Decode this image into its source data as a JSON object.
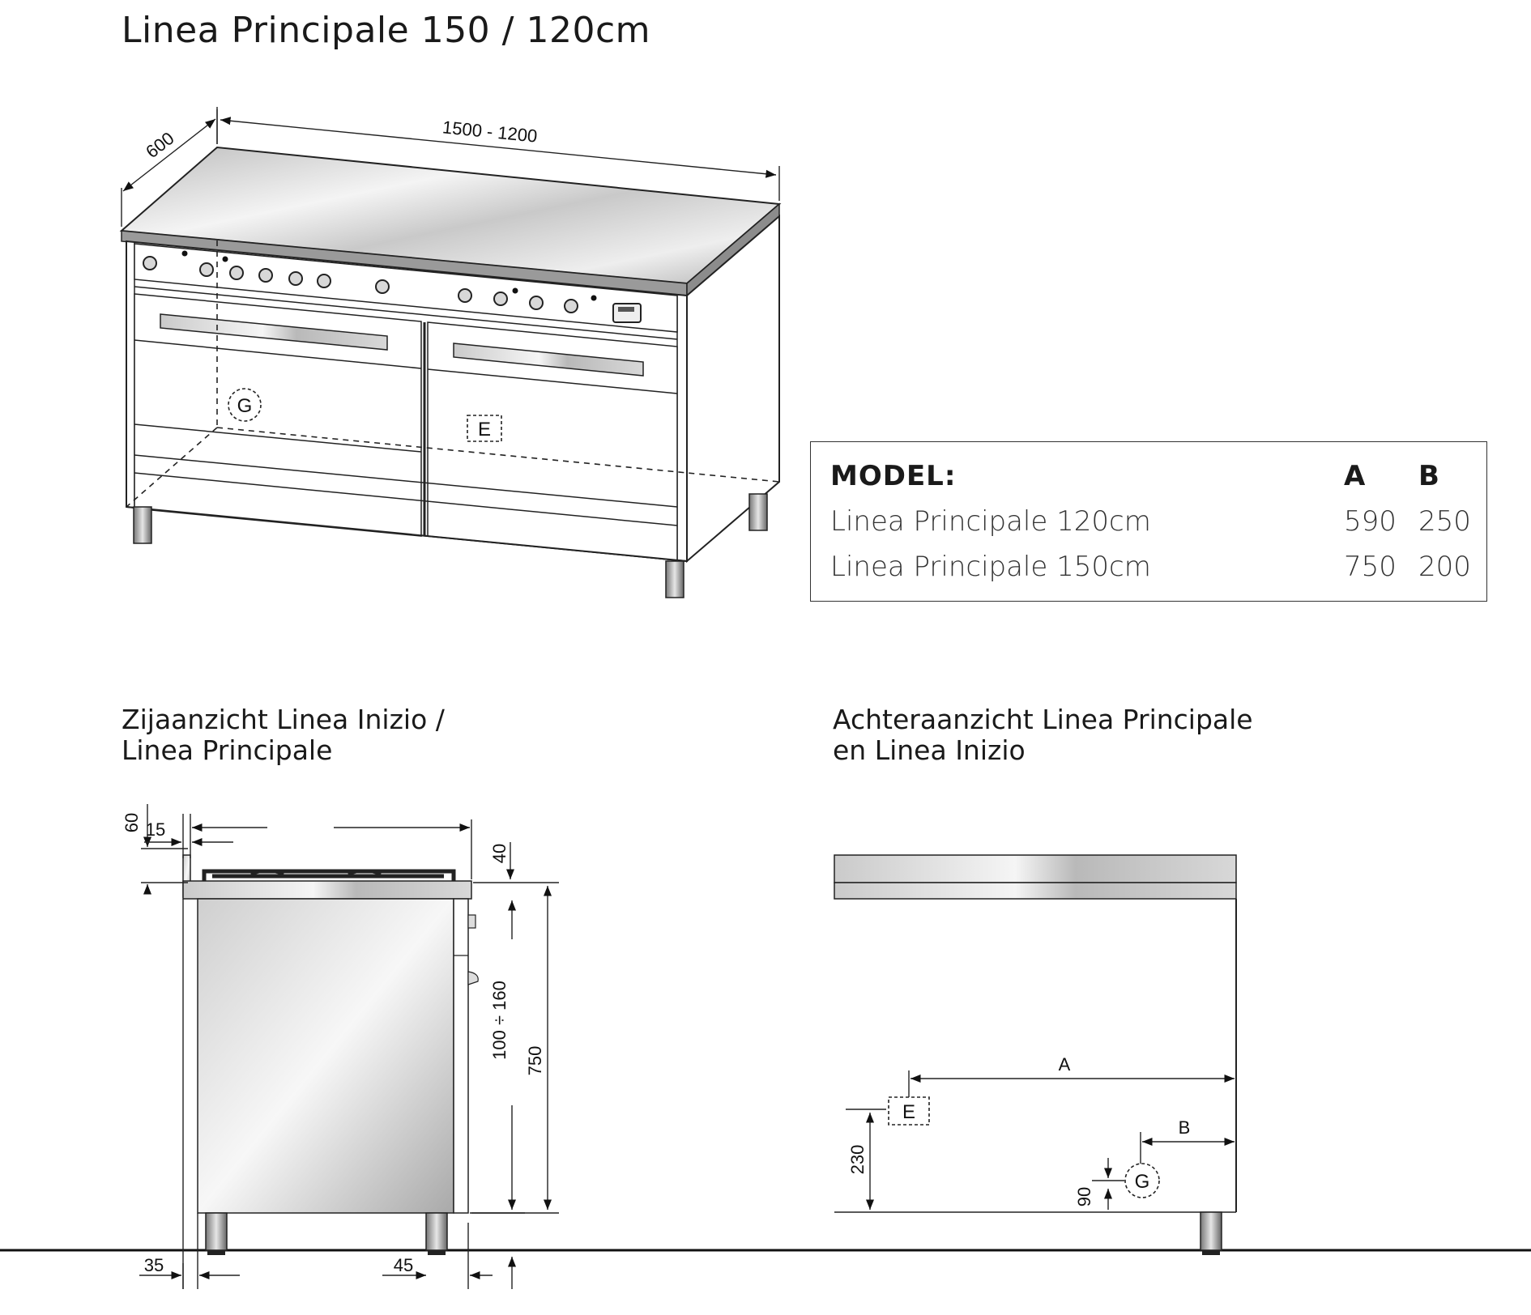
{
  "title": "Linea Principale 150 / 120cm",
  "side_view_title": [
    "Zijaanzicht Linea Inizio /",
    "Linea Principale"
  ],
  "rear_view_title": [
    "Achteraanzicht Linea Principale",
    "en Linea Inizio"
  ],
  "model_table": {
    "headers": {
      "model": "MODEL:",
      "a": "A",
      "b": "B"
    },
    "rows": [
      {
        "name": "Linea Principale 120cm",
        "a": "590",
        "b": "250"
      },
      {
        "name": "Linea Principale 150cm",
        "a": "750",
        "b": "200"
      }
    ]
  },
  "perspective": {
    "dim_width": "1500 - 1200",
    "dim_depth": "600",
    "gas_marker": "G",
    "electric_marker": "E"
  },
  "side_view": {
    "dim_60": "60",
    "dim_15": "15",
    "dim_40": "40",
    "dim_750": "750",
    "dim_100_160": "100 ÷ 160",
    "dim_35": "35",
    "dim_45": "45"
  },
  "rear_view": {
    "dim_a": "A",
    "dim_b": "B",
    "dim_230": "230",
    "dim_90": "90",
    "electric_marker": "E",
    "gas_marker": "G"
  }
}
